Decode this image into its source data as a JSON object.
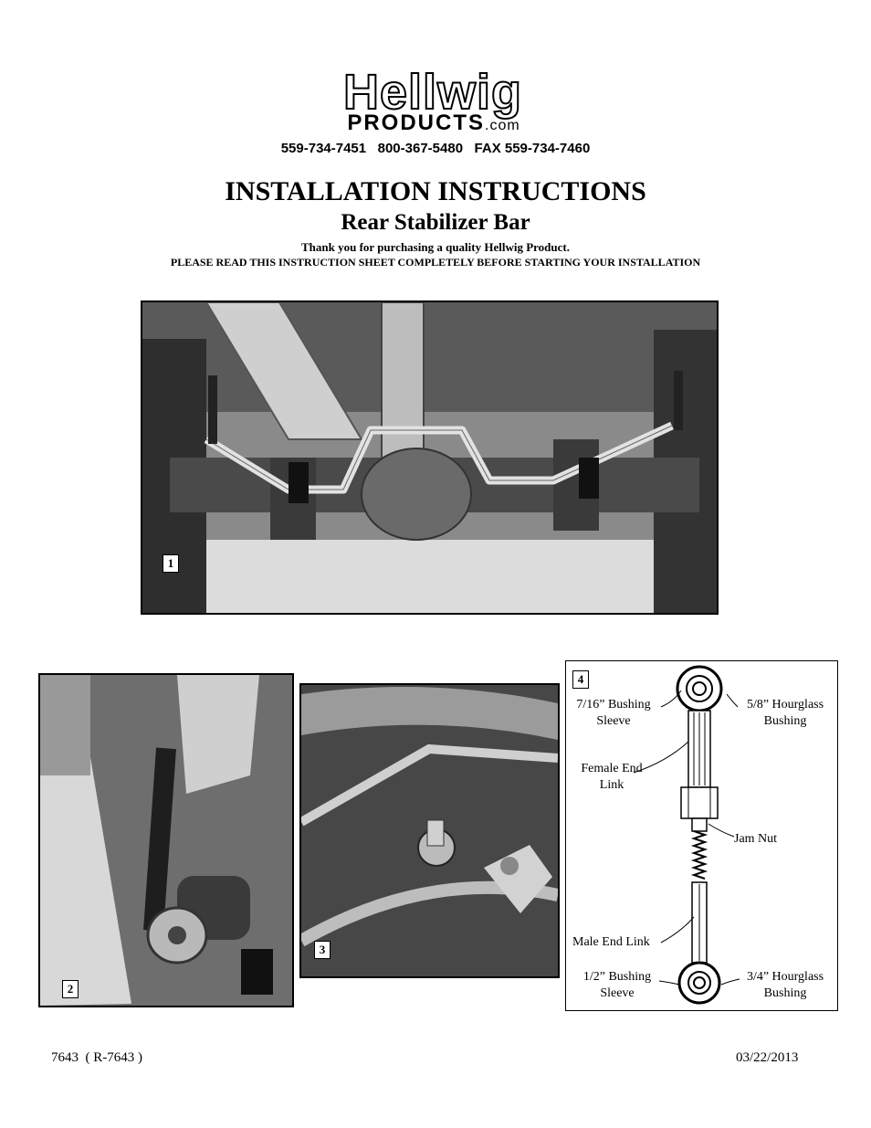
{
  "logo": {
    "line1": "Hellwig",
    "line2": "PRODUCTS",
    "line2_suffix": ".com"
  },
  "header": {
    "phones": "559-734-7451   800-367-5480   FAX 559-734-7460",
    "title": "INSTALLATION INSTRUCTIONS",
    "subtitle": "Rear Stabilizer Bar",
    "thanks": "Thank you for purchasing a quality Hellwig Product.",
    "notice": "PLEASE READ THIS INSTRUCTION SHEET COMPLETELY BEFORE STARTING YOUR INSTALLATION"
  },
  "figures": {
    "fig1_number": "1",
    "fig2_number": "2",
    "fig3_number": "3",
    "fig4_number": "4"
  },
  "diagram": {
    "bushing_sleeve_top": [
      "7/16” Bushing",
      "Sleeve"
    ],
    "hourglass_top": [
      "5/8” Hourglass",
      "Bushing"
    ],
    "female_end_link": [
      "Female End",
      "Link"
    ],
    "jam_nut": "Jam Nut",
    "male_end_link": "Male End Link",
    "bushing_sleeve_bottom": [
      "1/2” Bushing",
      "Sleeve"
    ],
    "hourglass_bottom": [
      "3/4” Hourglass",
      "Bushing"
    ]
  },
  "footer": {
    "part_number": "7643  ( R-7643 )",
    "date": "03/22/2013"
  },
  "colors": {
    "photo_dark": "#3a3a3a",
    "photo_mid": "#7a7a7a",
    "photo_light": "#d6d6d6",
    "bar_metal": "#c8c8c8"
  }
}
